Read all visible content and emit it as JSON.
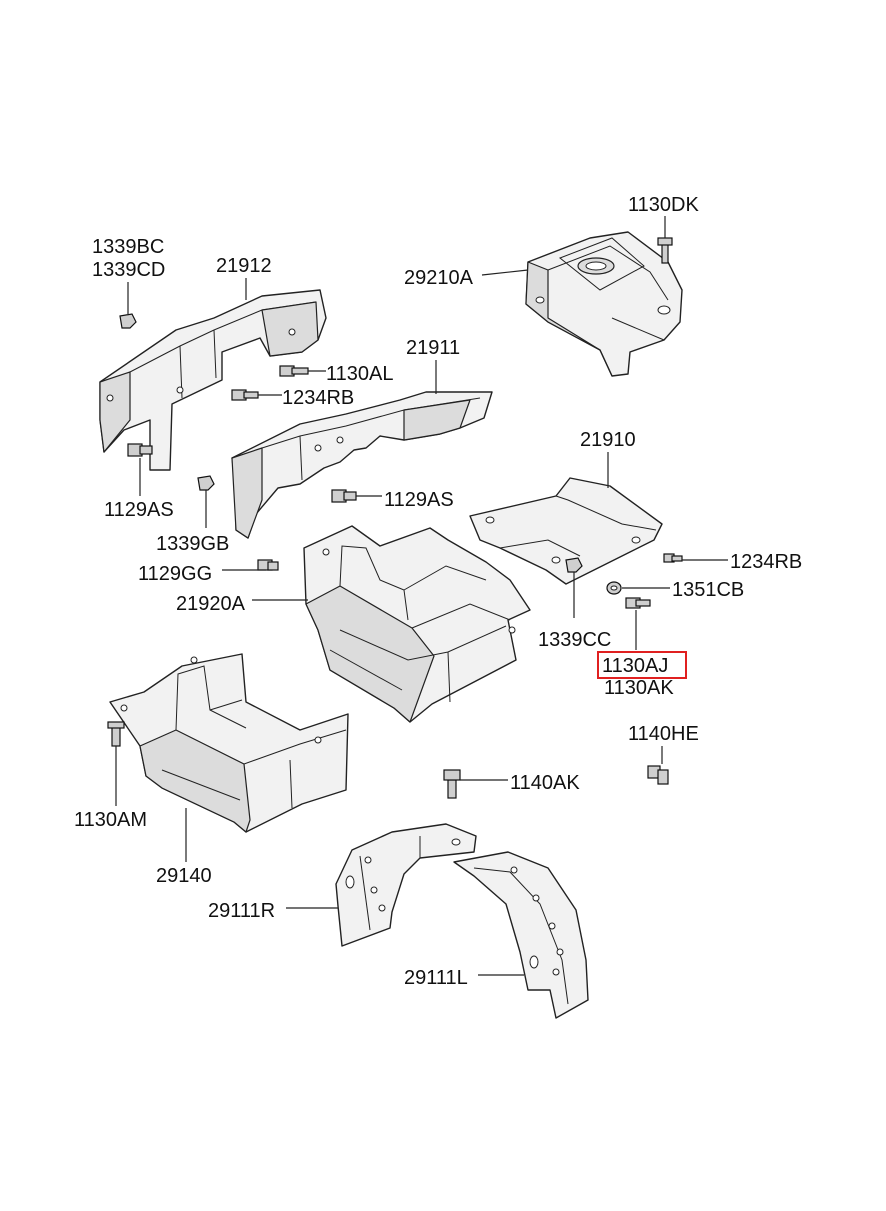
{
  "labels": {
    "p1130DK": "1130DK",
    "p29210A": "29210A",
    "p1339BC": "1339BC",
    "p1339CD": "1339CD",
    "p21912": "21912",
    "p1130AL": "1130AL",
    "p21911": "21911",
    "p1234RB_a": "1234RB",
    "p1129AS_a": "1129AS",
    "p1129AS_b": "1129AS",
    "p1339GB": "1339GB",
    "p21910": "21910",
    "p1129GG": "1129GG",
    "p1234RB_b": "1234RB",
    "p21920A": "21920A",
    "p1351CB": "1351CB",
    "p1339CC": "1339CC",
    "p1130AJ": "1130AJ",
    "p1130AK": "1130AK",
    "p1140HE": "1140HE",
    "p1140AK": "1140AK",
    "p1130AM": "1130AM",
    "p29140": "29140",
    "p29111R": "29111R",
    "p29111L": "29111L"
  },
  "highlight": {
    "part": "1130AJ",
    "color": "#e02020"
  }
}
